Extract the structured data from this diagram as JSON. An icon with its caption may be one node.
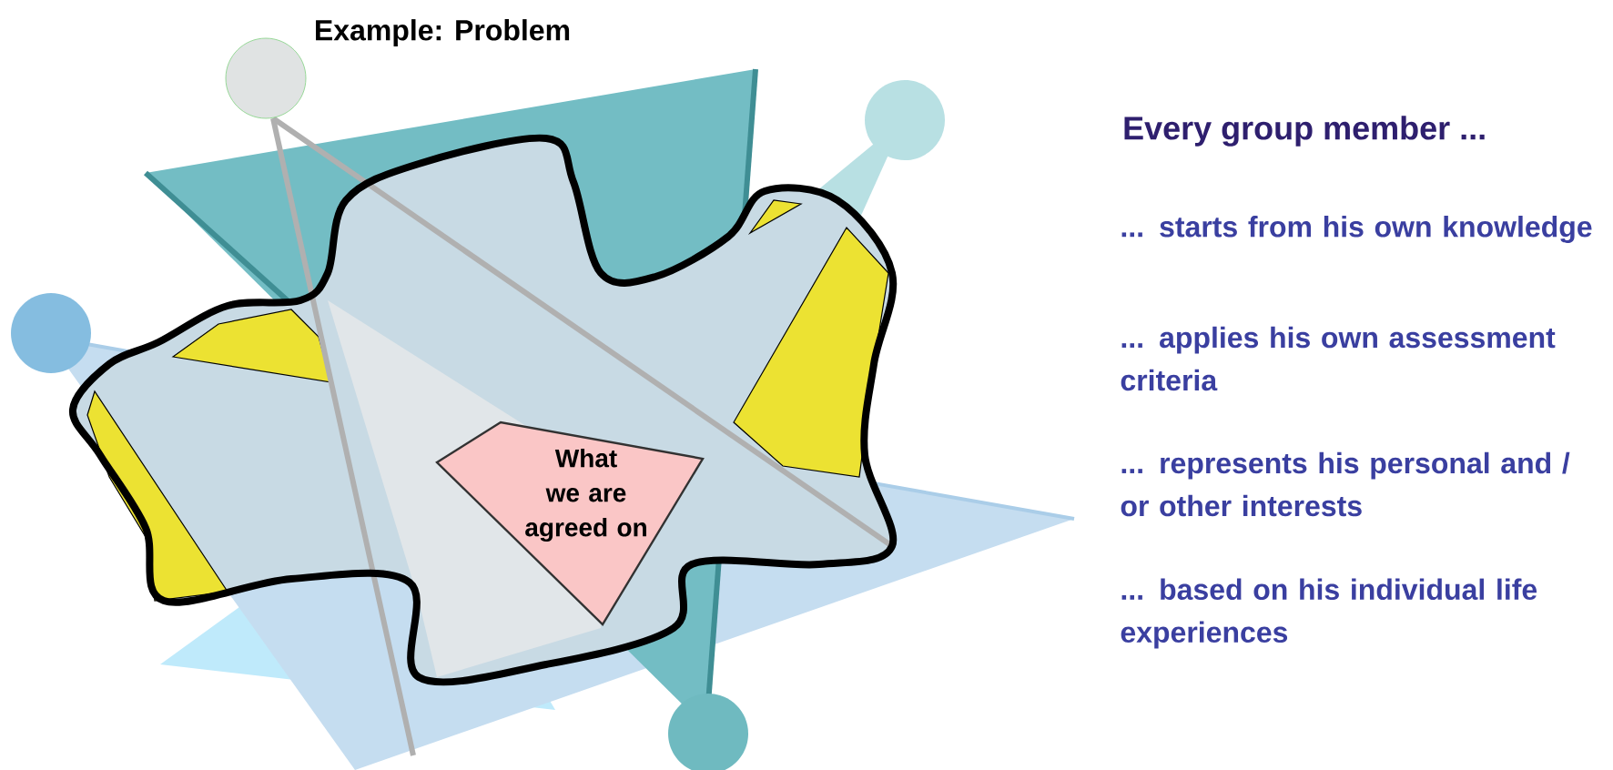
{
  "diagram": {
    "title": "Example: Problem",
    "nodes": [
      {
        "text": [
          "What we are agreed on"
        ]
      }
    ],
    "labels": [
      "Every group member ...",
      "... starts from his own knowledge",
      "... applies his own assessment criteria",
      "... represents his personal and / or other interests",
      "... based on his individual life experiences"
    ]
  }
}
